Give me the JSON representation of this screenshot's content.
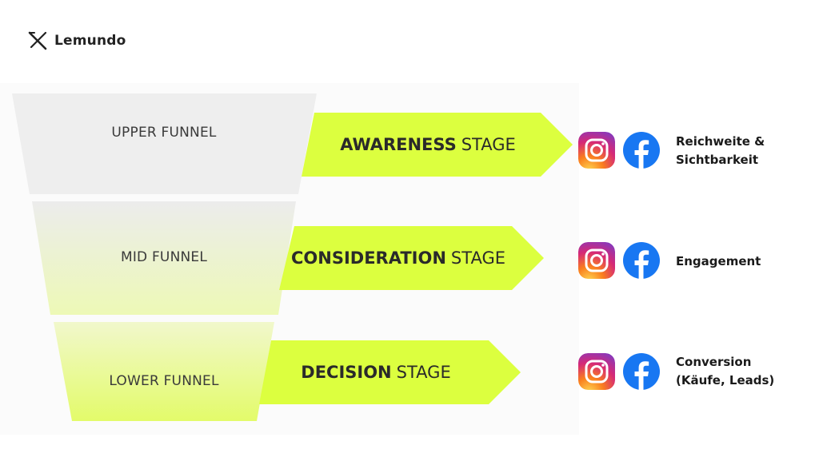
{
  "brand": {
    "name": "Lemundo",
    "logo_icon": "x-logo-icon"
  },
  "colors": {
    "accent": "#dcff3f",
    "funnel_top": "#ededed",
    "funnel_bottom": "#e6fc7a",
    "facebook": "#1877f2"
  },
  "stages": [
    {
      "funnel_label": "UPPER FUNNEL",
      "stage_bold": "AWARENESS",
      "stage_light": "STAGE",
      "channels": [
        "instagram-icon",
        "facebook-icon"
      ],
      "goal": "Reichweite &\nSichtbarkeit"
    },
    {
      "funnel_label": "MID FUNNEL",
      "stage_bold": "CONSIDERATION",
      "stage_light": "STAGE",
      "channels": [
        "instagram-icon",
        "facebook-icon"
      ],
      "goal": "Engagement"
    },
    {
      "funnel_label": "LOWER FUNNEL",
      "stage_bold": "DECISION",
      "stage_light": "STAGE",
      "channels": [
        "instagram-icon",
        "facebook-icon"
      ],
      "goal": "Conversion\n(Käufe, Leads)"
    }
  ]
}
